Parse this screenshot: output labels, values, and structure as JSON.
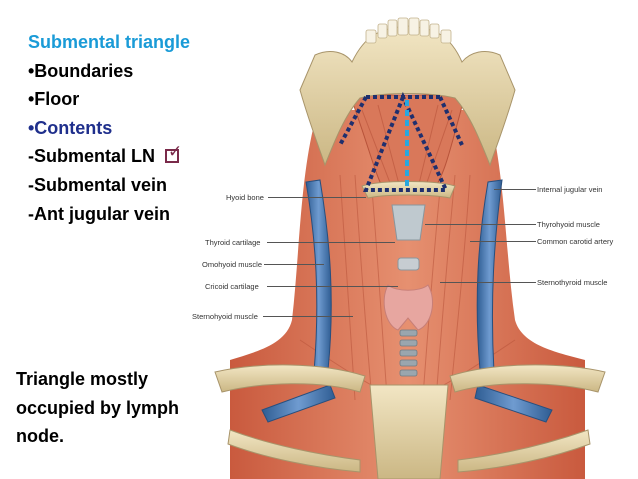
{
  "slide": {
    "heading": "Submental triangle",
    "bullets": [
      "•Boundaries",
      "•Floor"
    ],
    "contents_label": "•Contents",
    "items": [
      "-Submental LN",
      "-Submental vein",
      "-Ant jugular vein"
    ],
    "checkbox_icon": "checked-box-icon",
    "note_lines": [
      "Triangle mostly",
      "occupied by lymph",
      "node."
    ]
  },
  "figure": {
    "labels": {
      "hyoid_bone": "Hyoid bone",
      "thyroid_cartilage": "Thyroid cartilage",
      "omohyoid_muscle": "Omohyoid muscle",
      "cricoid_cartilage": "Cricoid cartilage",
      "sternohyoid_muscle": "Sternohyoid muscle",
      "internal_jugular_vein": "Internal jugular vein",
      "thyrohyoid_muscle": "Thyrohyoid muscle",
      "common_carotid_artery": "Common carotid artery",
      "sternothyroid_muscle": "Sternothyroid muscle"
    },
    "colors": {
      "muscle": "#d9785a",
      "bone": "#e8d8ac",
      "vein": "#3d6fa8",
      "triangle_outline": "#1f2f6e",
      "midline_dash": "#29a7df",
      "heading": "#1a9bd7",
      "contents": "#1f2f8c"
    }
  }
}
